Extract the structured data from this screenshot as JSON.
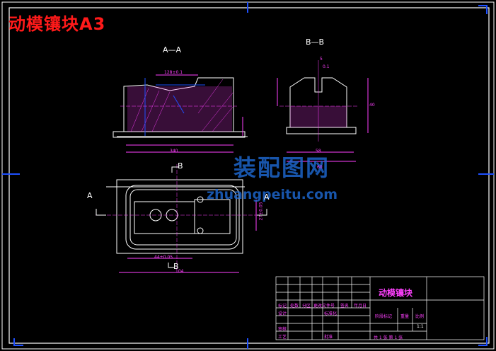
{
  "drawing_title": "动模镶块A3",
  "watermark": {
    "cn": "装配图网",
    "url": "zhuangpeitu.com"
  },
  "views": {
    "section_aa": "A—A",
    "section_bb": "B—B",
    "cut_a_left": "A",
    "cut_a_right": "A",
    "cut_b_top": "B",
    "cut_b_bottom": "B"
  },
  "dimensions": {
    "aa_top": "128±0.1",
    "aa_bottom": "340",
    "bb_right": "40",
    "bb_bottom": "58",
    "bb_bottom2": "60",
    "bb_top1": "5",
    "bb_top2": "0.1",
    "plan_width": "104",
    "plan_inner": "44±0.05",
    "plan_right": "27±0.05"
  },
  "title_block": {
    "part_name": "动模镶块",
    "scale_label": "比例",
    "scale_value": "1:1",
    "weight_label": "重量",
    "stage_label": "阶段标记",
    "sheet_text": "共 1 张 第 1 张",
    "row1": [
      "标记",
      "处数",
      "分区",
      "更改文件号",
      "签名",
      "年月日"
    ],
    "designer": "设计",
    "standard": "标准化",
    "checker": "审核",
    "process": "工艺",
    "approve": "批准"
  }
}
